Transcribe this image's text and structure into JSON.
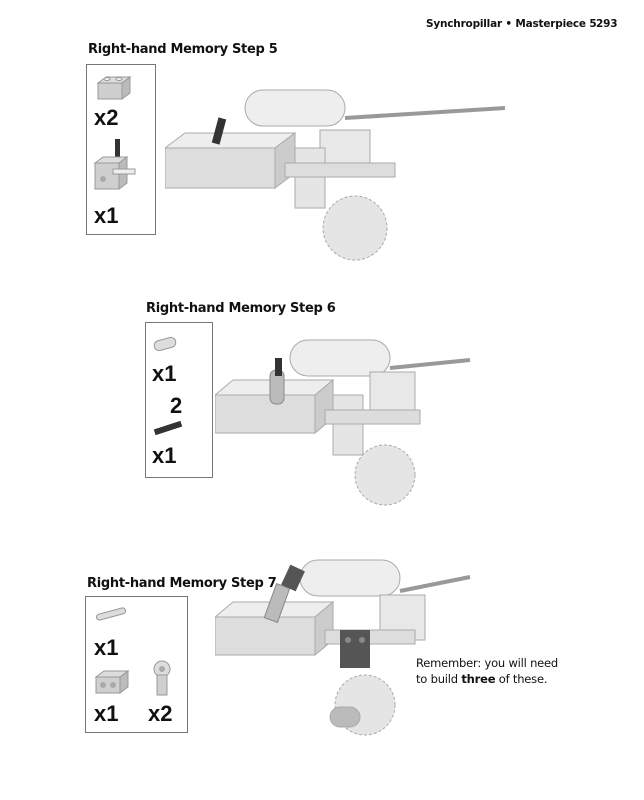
{
  "header": {
    "running_title": "Synchropillar • Masterpiece 5",
    "page_number": "293"
  },
  "steps": [
    {
      "title": "Right-hand Memory Step 5",
      "parts": [
        {
          "icon": "brick-1x2-with-holes",
          "qty": "x2"
        },
        {
          "icon": "liftarm-with-axle-pin",
          "qty": "x1"
        }
      ]
    },
    {
      "title": "Right-hand Memory Step 6",
      "parts": [
        {
          "icon": "axle-connector",
          "qty": "x1"
        },
        {
          "icon": "axle-2",
          "length": "2",
          "qty": "x1"
        }
      ]
    },
    {
      "title": "Right-hand Memory Step 7",
      "parts": [
        {
          "icon": "pin-with-axle",
          "qty": "x1"
        },
        {
          "icon": "brick-1x2-with-holes",
          "qty": "x1"
        },
        {
          "icon": "angle-connector",
          "qty": "x2"
        }
      ]
    }
  ],
  "note": {
    "prefix": "Remember: you will need",
    "line2_before": "to build ",
    "emphasis": "three",
    "line2_after": " of these."
  }
}
